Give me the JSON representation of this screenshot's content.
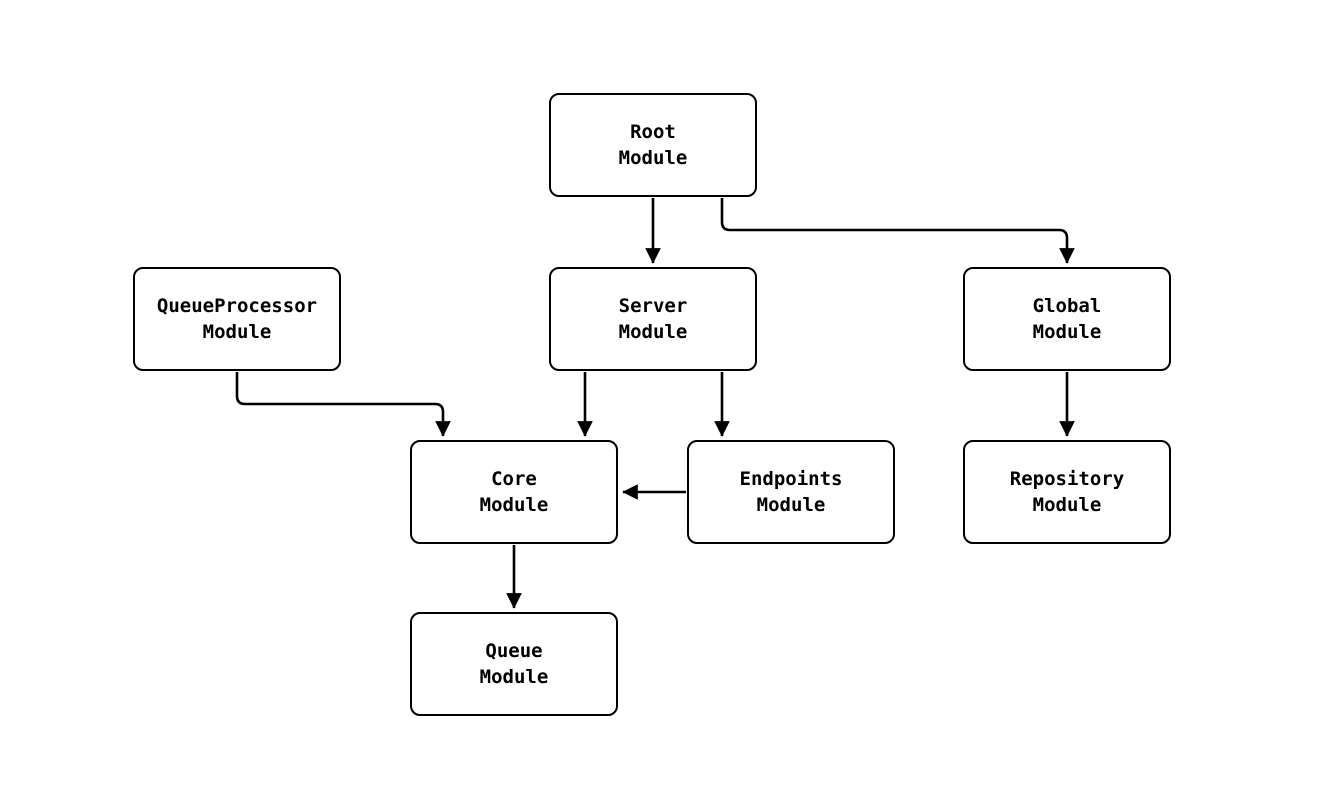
{
  "diagram": {
    "type": "module-dependency-flowchart",
    "background_color": "#ffffff",
    "stroke_color": "#000000",
    "text_color": "#000000",
    "node_fill_color": "#ffffff",
    "nodes": {
      "root": {
        "label": "Root\nModule"
      },
      "queue_processor": {
        "label": "QueueProcessor\nModule"
      },
      "server": {
        "label": "Server\nModule"
      },
      "global": {
        "label": "Global\nModule"
      },
      "core": {
        "label": "Core\nModule"
      },
      "endpoints": {
        "label": "Endpoints\nModule"
      },
      "repository": {
        "label": "Repository\nModule"
      },
      "queue": {
        "label": "Queue\nModule"
      }
    },
    "edges": [
      {
        "from": "Root Module",
        "to": "Server Module"
      },
      {
        "from": "Root Module",
        "to": "Global Module"
      },
      {
        "from": "QueueProcessor Module",
        "to": "Core Module"
      },
      {
        "from": "Server Module",
        "to": "Core Module"
      },
      {
        "from": "Server Module",
        "to": "Endpoints Module"
      },
      {
        "from": "Endpoints Module",
        "to": "Core Module"
      },
      {
        "from": "Global Module",
        "to": "Repository Module"
      },
      {
        "from": "Core Module",
        "to": "Queue Module"
      }
    ]
  }
}
